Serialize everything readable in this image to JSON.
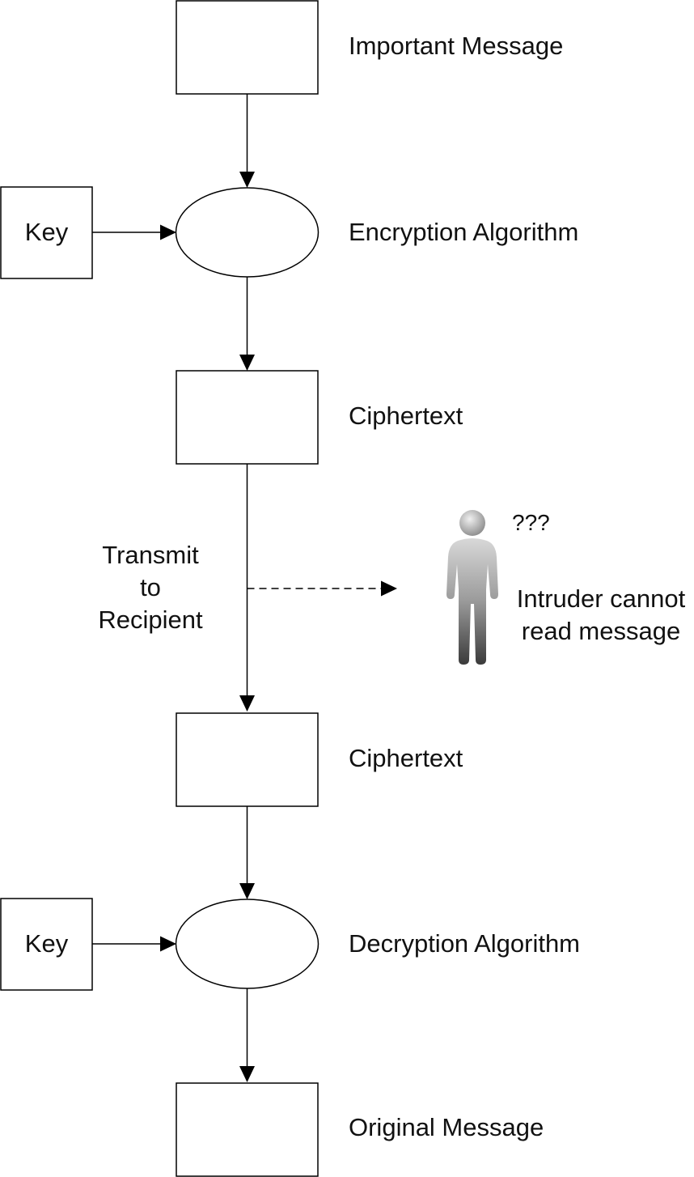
{
  "steps": {
    "important_message": "Important Message",
    "encryption_algorithm": "Encryption Algorithm",
    "ciphertext_sent": "Ciphertext",
    "ciphertext_received": "Ciphertext",
    "decryption_algorithm": "Decryption Algorithm",
    "original_message": "Original Message"
  },
  "keys": {
    "encryption_key": "Key",
    "decryption_key": "Key"
  },
  "transmit": {
    "line1": "Transmit",
    "line2": "to",
    "line3": "Recipient"
  },
  "intruder": {
    "question": "???",
    "line1": "Intruder cannot",
    "line2": "read message",
    "icon": "person-silhouette-icon"
  }
}
